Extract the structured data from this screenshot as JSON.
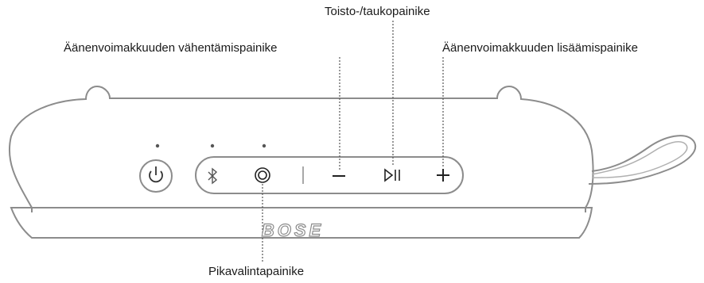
{
  "labels": {
    "play_pause": "Toisto-/taukopainike",
    "volume_down": "Äänenvoimakkuuden vähentämispainike",
    "volume_up": "Äänenvoimakkuuden lisäämispainike",
    "shortcut": "Pikavalintapainike"
  },
  "brand": "BOSE",
  "colors": {
    "outline": "#8c8c8c",
    "text": "#1a1a1a",
    "leader": "#555555"
  },
  "icons": [
    "power-icon",
    "bluetooth-icon",
    "shortcut-icon",
    "minus-icon",
    "play-pause-icon",
    "plus-icon"
  ]
}
